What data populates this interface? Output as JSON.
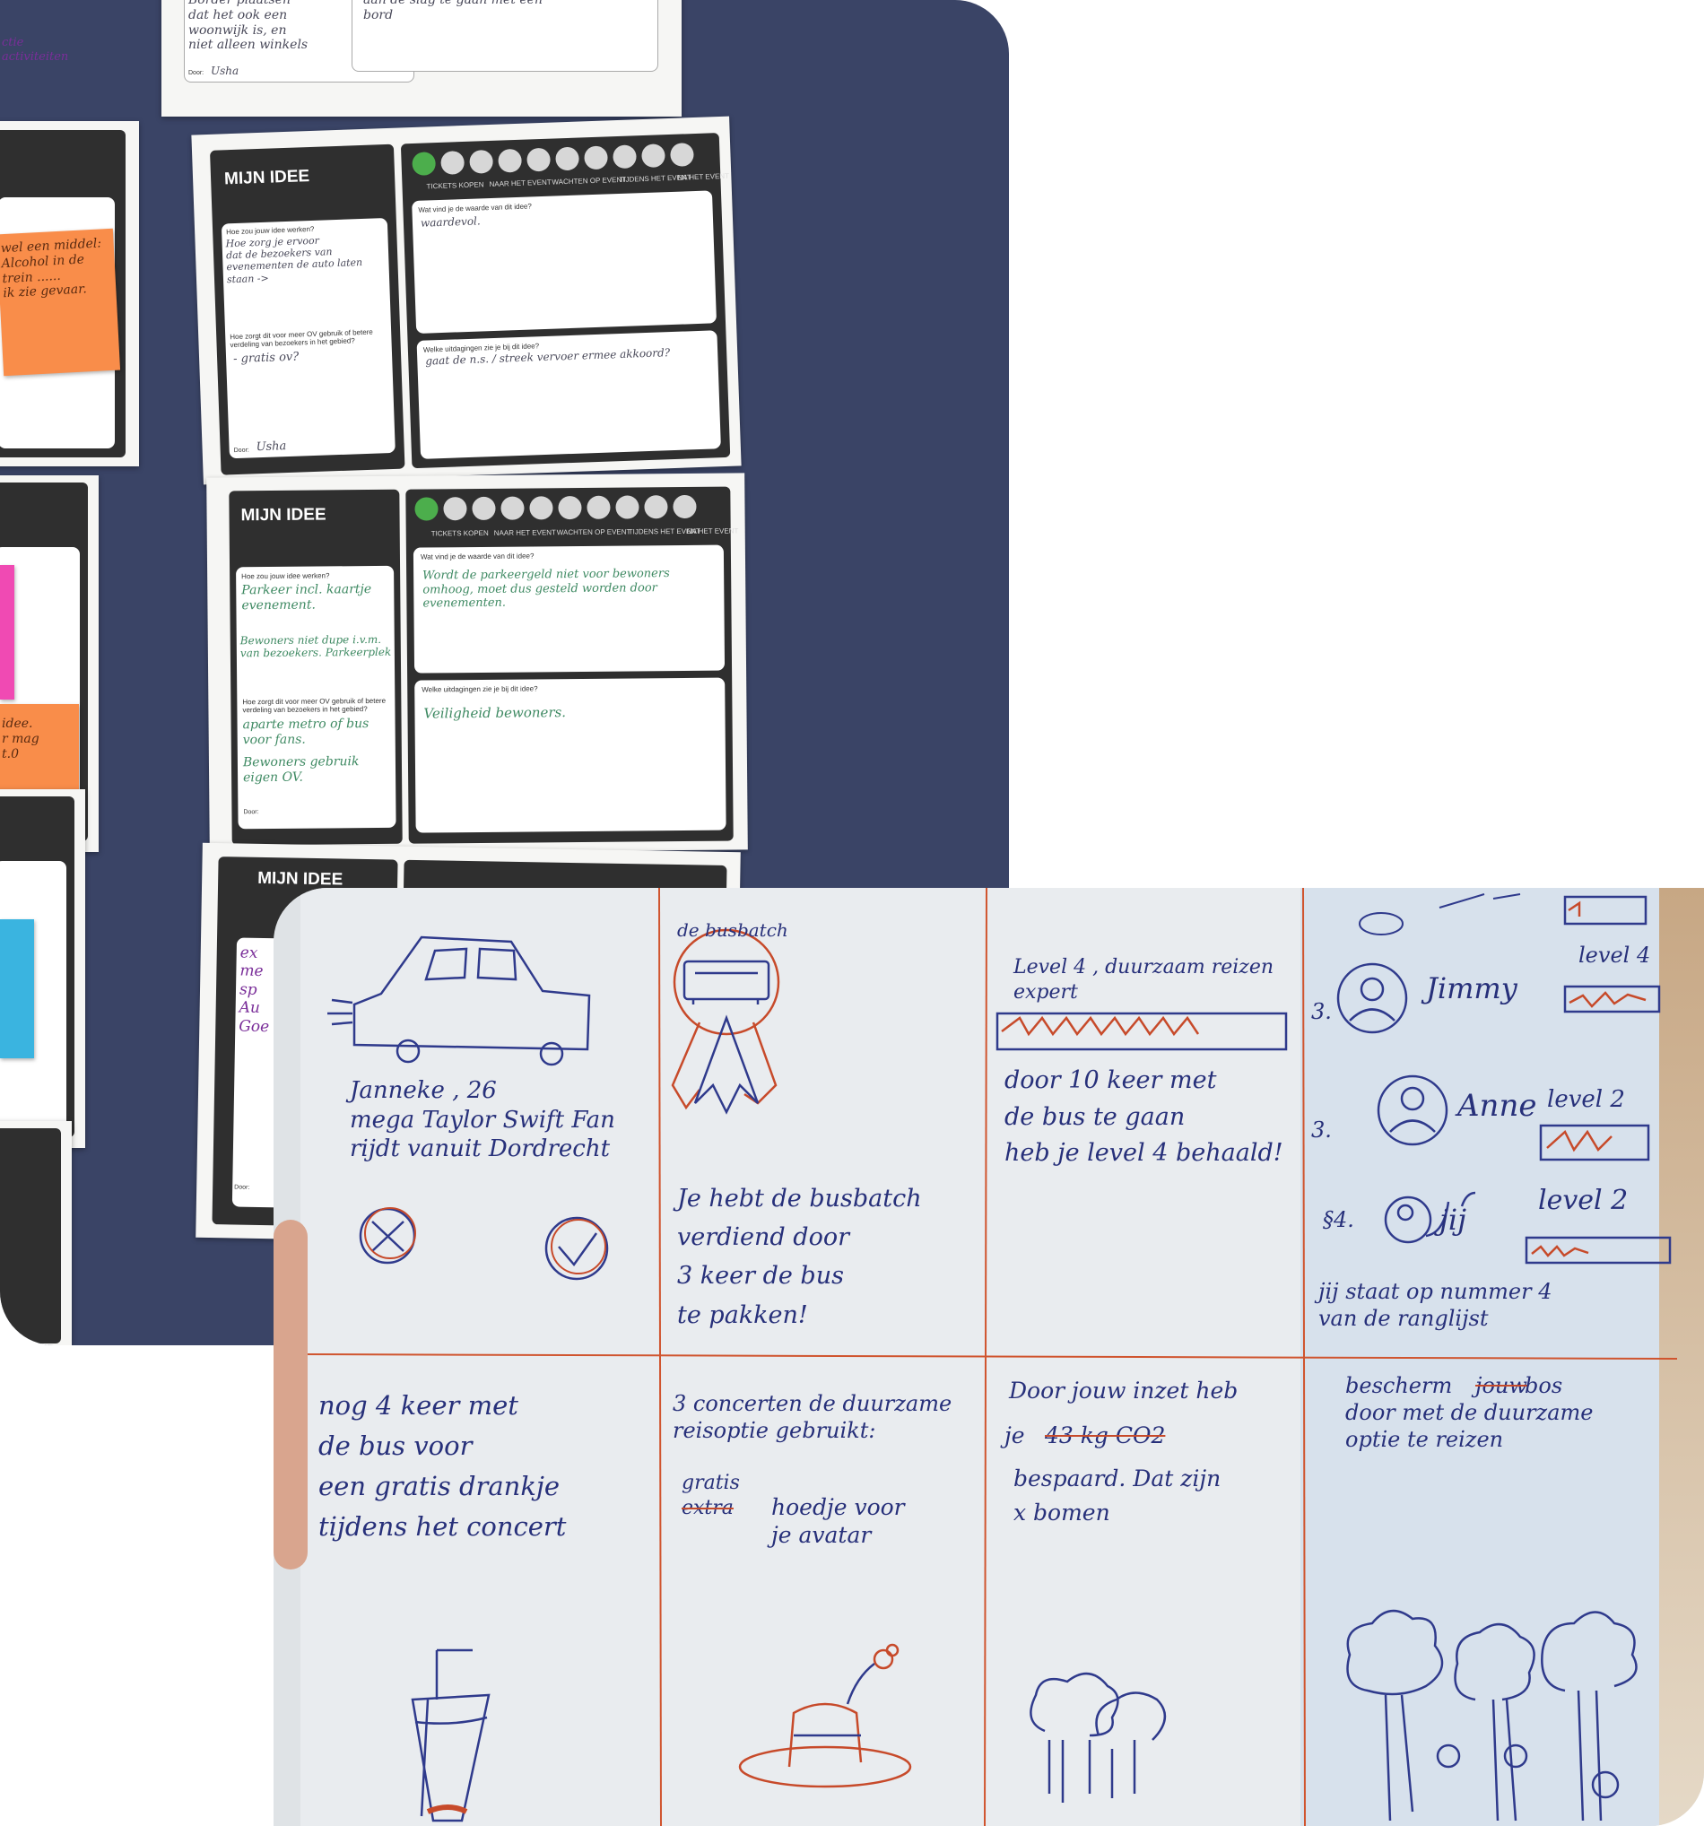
{
  "photo_top": {
    "card_header": "MIJN IDEE",
    "labels": {
      "q_how": "Hoe zou jouw idee werken?",
      "q_ov": "Hoe zorgt dit voor meer OV gebruik of betere verdeling van bezoekers in het gebied?",
      "q_value": "Wat vind je de waarde van dit idee?",
      "q_challenge": "Welke uitdagingen zie je bij dit idee?",
      "door": "Door:",
      "opt1": "TICKETS KOPEN",
      "opt2": "NAAR HET EVENT",
      "opt3": "WACHTEN OP EVENT",
      "opt4": "TIJDENS HET EVENT",
      "opt5": "NA HET EVENT"
    },
    "top_card": {
      "left_text": "Border plaatsen\ndat het ook een\nwoonwijk is, en\nniet alleen winkels",
      "right_text": "aan de slag te gaan met een\nbord",
      "door": "Usha"
    },
    "card1": {
      "how": "Hoe zorg je ervoor\ndat de bezoekers van\nevenementen de auto laten\nstaan ->",
      "ov": "- gratis ov?",
      "value": "waardevol.",
      "challenge": "gaat de n.s. / streek vervoer ermee akkoord?",
      "door": "Usha"
    },
    "card2": {
      "how1": "Parkeer incl. kaartje\nevenement.",
      "how2": "Bewoners niet dupe i.v.m.\nvan bezoekers. Parkeerplek",
      "ov1": "aparte metro of bus\nvoor fans.",
      "ov2": "Bewoners gebruik\neigen OV.",
      "value": "Wordt de parkeergeld niet voor bewoners\nomhoog, moet dus gesteld worden door\nevenementen.",
      "challenge": "Veiligheid bewoners."
    },
    "sticky_orange1": "wel een middel:\nAlcohol in de\ntrein ......\nik zie gevaar.",
    "sticky_orange2": "idee.\nr mag\nt.0",
    "left_margin_text": "ctie\nactiviteiten",
    "card3_fragments": "ex\nme\nsp\nAu\nGoe"
  },
  "photo_bottom": {
    "panel1": {
      "text": "Janneke , 26\nmega Taylor Swift Fan\nrijdt vanuit Dordrecht"
    },
    "panel2": {
      "title": "de busbatch",
      "text": "Je hebt de busbatch\nverdiend door\n3 keer de bus\nte pakken!"
    },
    "panel3": {
      "title": "Level 4 , duurzaam reizen\nexpert",
      "text": "door 10 keer met\nde bus te gaan\nheb je level 4 behaald!"
    },
    "panel4": {
      "row1_rank": "3.",
      "row1_name": "Jimmy",
      "row1_level": "level 4",
      "row2_rank": "3.",
      "row2_name": "Anne",
      "row2_level": "level 2",
      "row3_rank": "§4.",
      "row3_name": "jij",
      "row3_level": "level 2",
      "text": "jij staat op nummer 4\nvan de ranglijst"
    },
    "panel5": {
      "text": "nog 4 keer met\nde bus voor\neen gratis drankje\ntijdens het concert"
    },
    "panel6": {
      "text1": "3 concerten de duurzame\nreisoptie gebruikt:",
      "gratis": "gratis",
      "extra": "extra",
      "text2": "hoedje voor\nje avatar"
    },
    "panel7": {
      "text1": "Door jouw inzet heb",
      "je": "je",
      "struck": "43 kg CO2",
      "text2": "bespaard. Dat zijn\nx bomen"
    },
    "panel8": {
      "text1": "bescherm",
      "struck": "jouw",
      "text2": "bos\ndoor met de duurzame\noptie te reizen"
    }
  }
}
